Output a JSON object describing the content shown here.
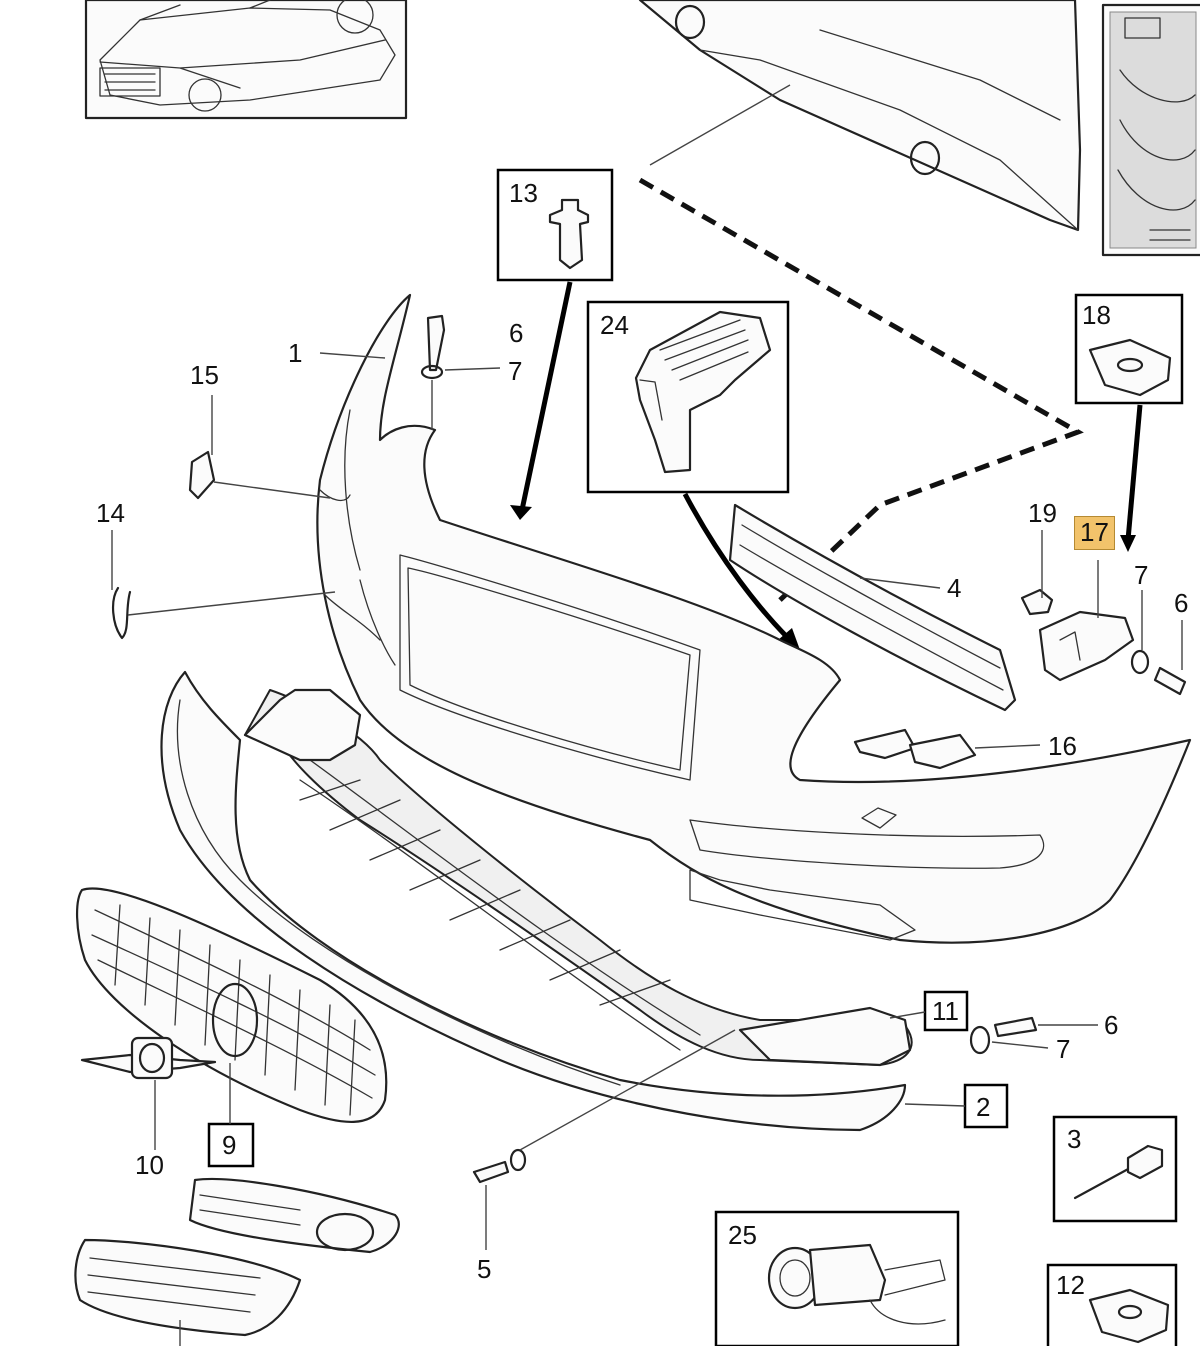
{
  "accent_color": "#f2c36b",
  "highlighted_part": "17",
  "callouts": [
    {
      "id": "1",
      "label": "1"
    },
    {
      "id": "2",
      "label": "2"
    },
    {
      "id": "3",
      "label": "3"
    },
    {
      "id": "4",
      "label": "4"
    },
    {
      "id": "5",
      "label": "5"
    },
    {
      "id": "6a",
      "label": "6"
    },
    {
      "id": "6b",
      "label": "6"
    },
    {
      "id": "6c",
      "label": "6"
    },
    {
      "id": "7a",
      "label": "7"
    },
    {
      "id": "7b",
      "label": "7"
    },
    {
      "id": "7c",
      "label": "7"
    },
    {
      "id": "9",
      "label": "9"
    },
    {
      "id": "10",
      "label": "10"
    },
    {
      "id": "11",
      "label": "11"
    },
    {
      "id": "12",
      "label": "12"
    },
    {
      "id": "13",
      "label": "13"
    },
    {
      "id": "14",
      "label": "14"
    },
    {
      "id": "15",
      "label": "15"
    },
    {
      "id": "16",
      "label": "16"
    },
    {
      "id": "17",
      "label": "17"
    },
    {
      "id": "18",
      "label": "18"
    },
    {
      "id": "19",
      "label": "19"
    },
    {
      "id": "24",
      "label": "24"
    },
    {
      "id": "25",
      "label": "25"
    }
  ]
}
